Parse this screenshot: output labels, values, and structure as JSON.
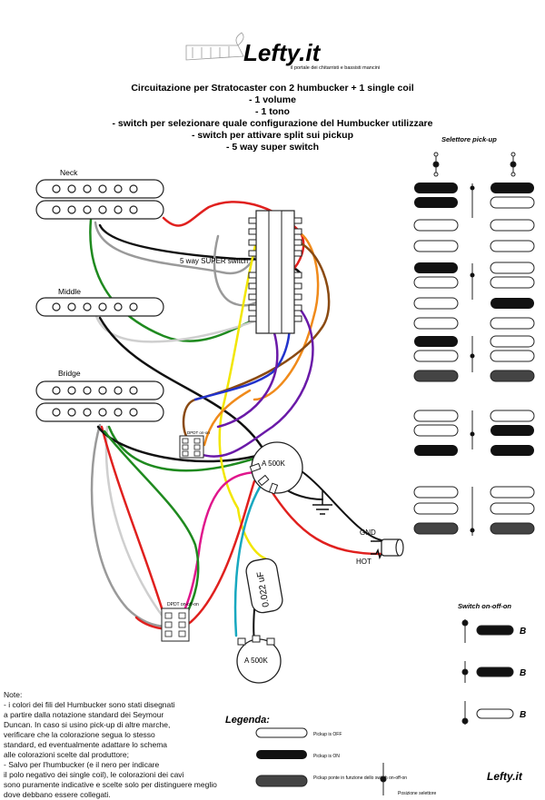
{
  "brand": {
    "name": "Lefty.it",
    "tagline": "il portale dei chitarristi e bassisti mancini",
    "footer_name": "Lefty.it"
  },
  "title_lines": [
    "Circuitazione per Stratocaster con 2 humbucker + 1 single coil",
    "- 1 volume",
    "- 1 tono",
    "- switch per selezionare quale configurazione del Humbucker utilizzare",
    "- switch per attivare split sui pickup",
    "- 5 way super switch"
  ],
  "labels": {
    "neck": "Neck",
    "middle": "Middle",
    "bridge": "Bridge",
    "super_switch": "5 way SUPER switch",
    "dpdt_top": "DPDT on-on",
    "dpdt_bottom": "DPDT on-off-on",
    "volume_pot": "A 500K",
    "tone_pot": "A 500K",
    "capacitor": "0.022 uF",
    "gnd": "GND",
    "hot": "HOT"
  },
  "selector": {
    "title": "Selettore pick-up"
  },
  "switch_onoffon": {
    "title": "Switch on-off-on",
    "letters": [
      "B",
      "B",
      "B"
    ]
  },
  "legend": {
    "title": "Legenda:",
    "items": [
      "Pickup is OFF",
      "Pickup is ON",
      "Pickup ponte in funzione dello switch on-off-on",
      "Posizione selettore"
    ]
  },
  "notes": [
    "Note:",
    "- i colori dei fili del Humbucker sono stati disegnati",
    "a partire dalla notazione standard dei Seymour",
    "Duncan. In caso si usino pick-up di altre marche,",
    "verificare che la colorazione segua lo stesso",
    "standard, ed eventualmente adattare lo schema",
    "alle colorazioni scelte dal produttore;",
    "- Salvo per l'humbucker (e il nero per indicare",
    "il polo negativo dei single coil), le colorazioni dei cavi",
    "sono puramente indicative e scelte solo per distinguere meglio",
    "dove debbano essere collegati."
  ],
  "colors": {
    "wire_red": "#e0201e",
    "wire_green": "#1f8a1f",
    "wire_blue": "#2233cc",
    "wire_yellow": "#f2e600",
    "wire_orange": "#f08a1a",
    "wire_brown": "#8a4a12",
    "wire_purple": "#6a1aa8",
    "wire_magenta": "#e0168c",
    "wire_grey": "#9a9a9a",
    "wire_black": "#111111",
    "wire_cyan": "#17a8c0",
    "wire_white": "#cfcfcf"
  }
}
